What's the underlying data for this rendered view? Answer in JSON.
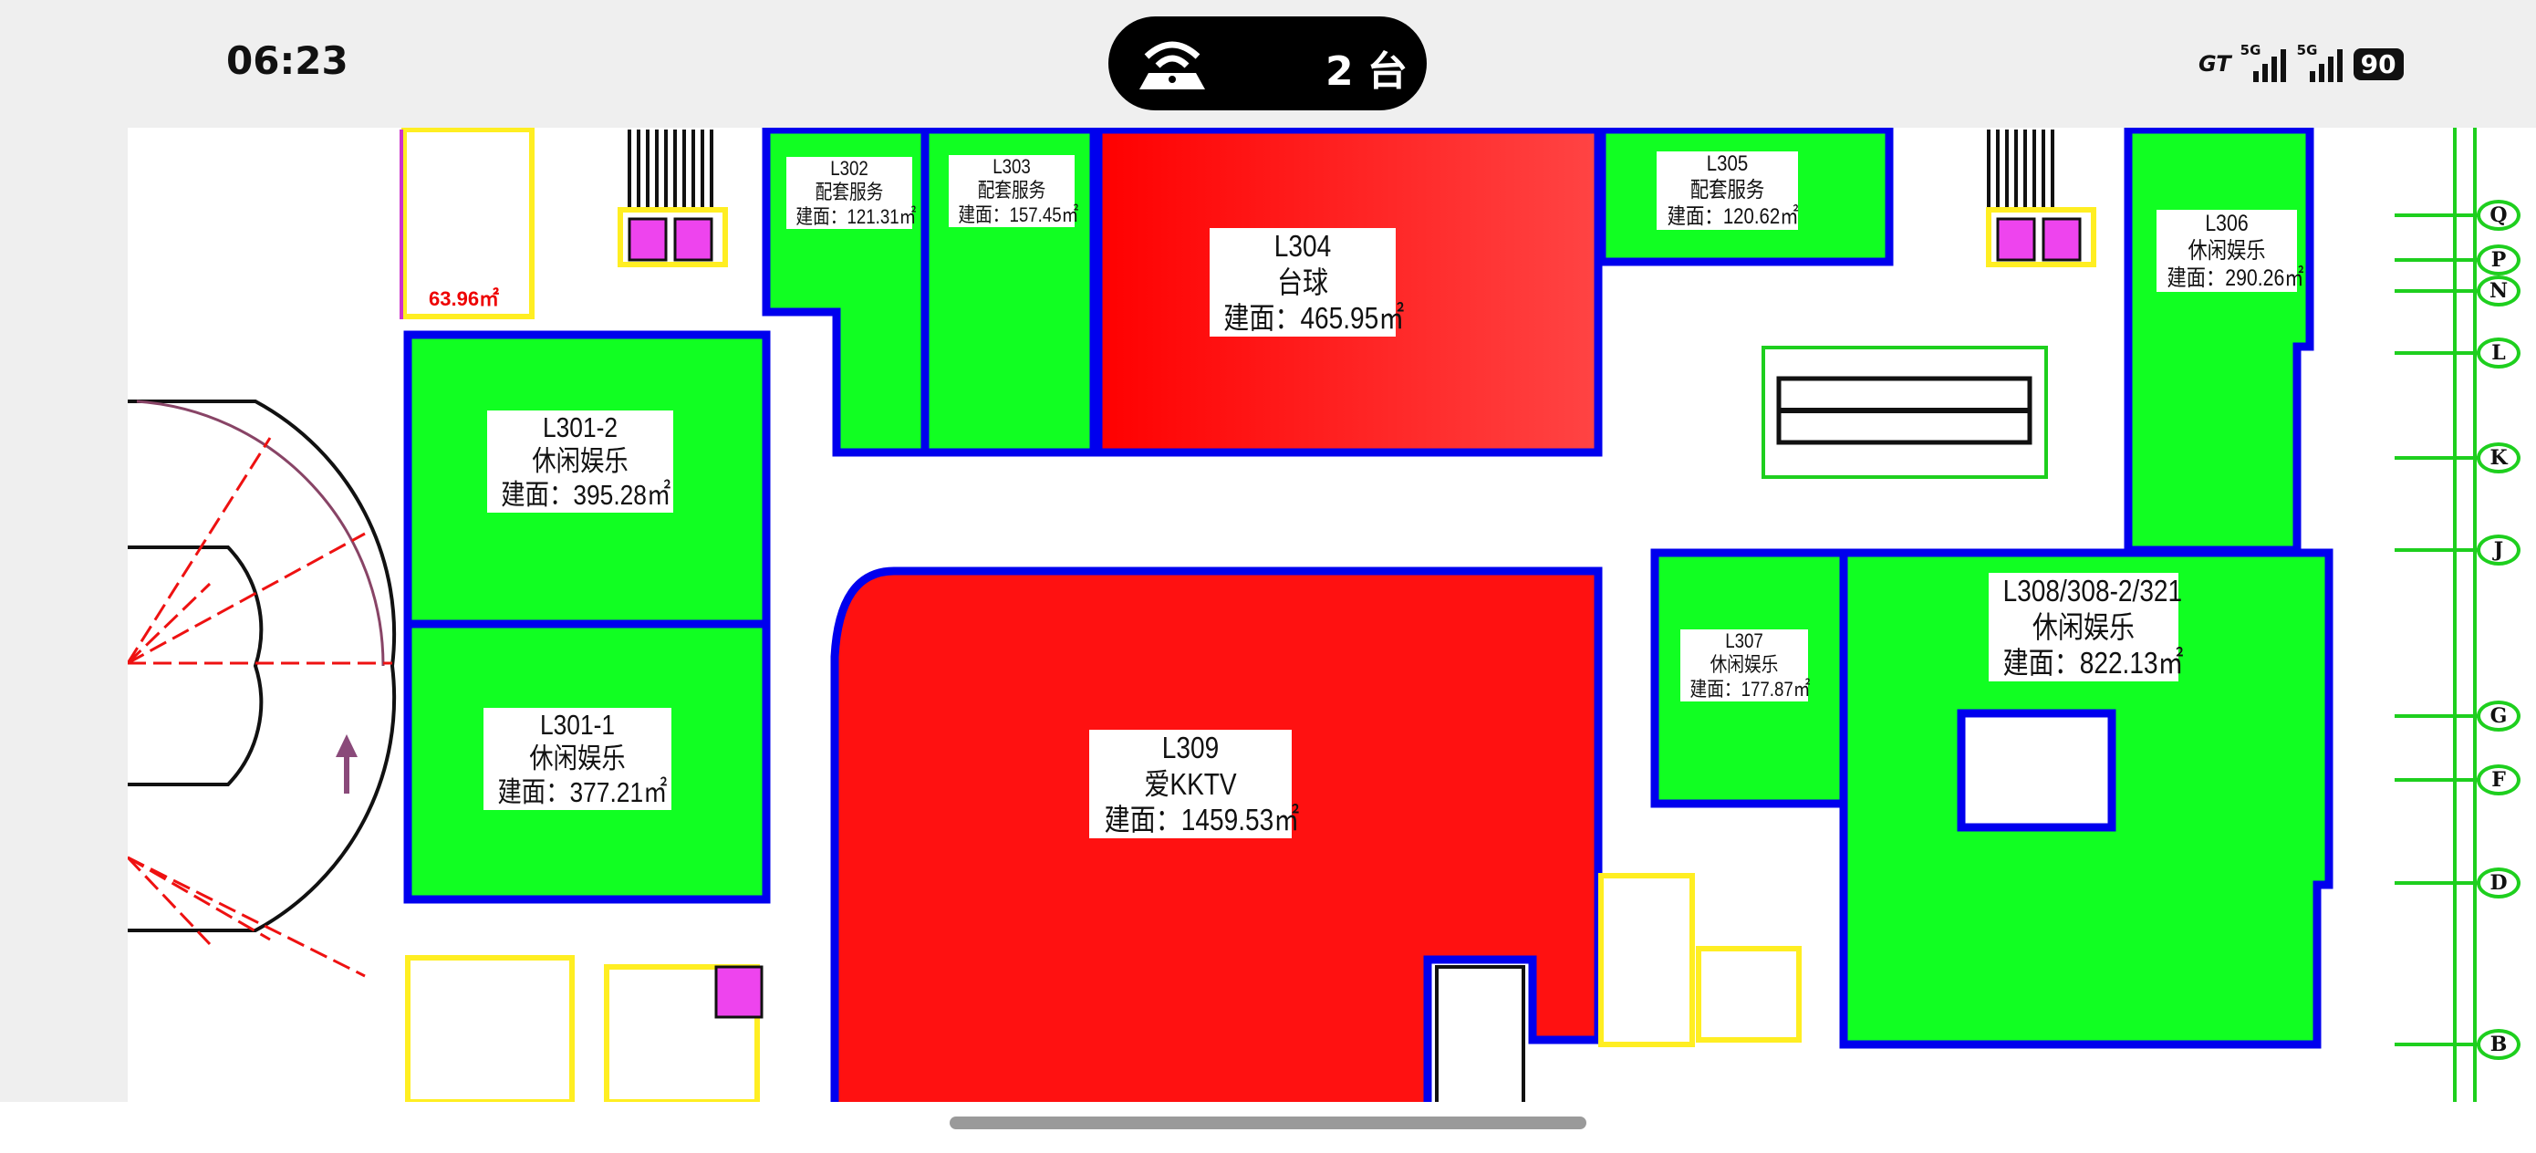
{
  "status_bar": {
    "time": "06:23",
    "hotspot_icon": "hotspot-icon",
    "connected_devices": "2 台",
    "carrier_badge": "GT",
    "signal_1_label": "5G",
    "signal_2_label": "5G",
    "battery": "90"
  },
  "colors": {
    "leisure": "#11ff11",
    "rented": "#ff1a1a",
    "wall": "#0000ee",
    "accent_grid": "#1ecf1e"
  },
  "units": [
    {
      "id": "L302",
      "use": "配套服务",
      "area": "建面：121.31㎡"
    },
    {
      "id": "L303",
      "use": "配套服务",
      "area": "建面：157.45㎡"
    },
    {
      "id": "L304",
      "use": "台球",
      "area": "建面：465.95㎡"
    },
    {
      "id": "L305",
      "use": "配套服务",
      "area": "建面：120.62㎡"
    },
    {
      "id": "L306",
      "use": "休闲娱乐",
      "area": "建面：290.26㎡"
    },
    {
      "id": "L301-2",
      "use": "休闲娱乐",
      "area": "建面：395.28㎡"
    },
    {
      "id": "L301-1",
      "use": "休闲娱乐",
      "area": "建面：377.21㎡"
    },
    {
      "id": "L309",
      "use": "爱KKTV",
      "area": "建面：1459.53㎡"
    },
    {
      "id": "L307",
      "use": "休闲娱乐",
      "area": "建面：177.87㎡"
    },
    {
      "id": "L308/308-2/321",
      "use": "休闲娱乐",
      "area": "建面：822.13㎡"
    }
  ],
  "side_room": {
    "area": "63.96㎡"
  },
  "axis_labels": [
    "Q",
    "P",
    "N",
    "L",
    "K",
    "J",
    "G",
    "F",
    "D",
    "B"
  ]
}
